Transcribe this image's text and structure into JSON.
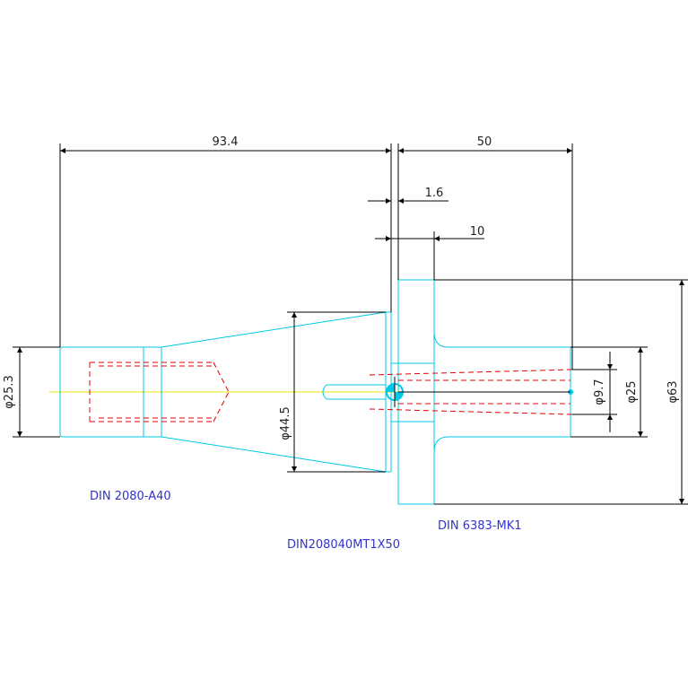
{
  "dimensions": {
    "overall_left": "93.4",
    "overall_right": "50",
    "flange_gap": "1.6",
    "flange_offset": "10",
    "dia_shank": "φ25.3",
    "dia_taper": "φ44.5",
    "dia_bore": "φ9.7",
    "dia_hub": "φ25",
    "dia_flange": "φ63"
  },
  "labels": {
    "spec_a40": "DIN 2080-A40",
    "spec_mk1": "DIN 6383-MK1",
    "part_code": "DIN208040MT1X50"
  },
  "colors": {
    "outline": "#00c8e6",
    "hidden": "#e60000",
    "centerline": "#e6e600",
    "dimension": "#000000",
    "label": "#3333cc"
  }
}
